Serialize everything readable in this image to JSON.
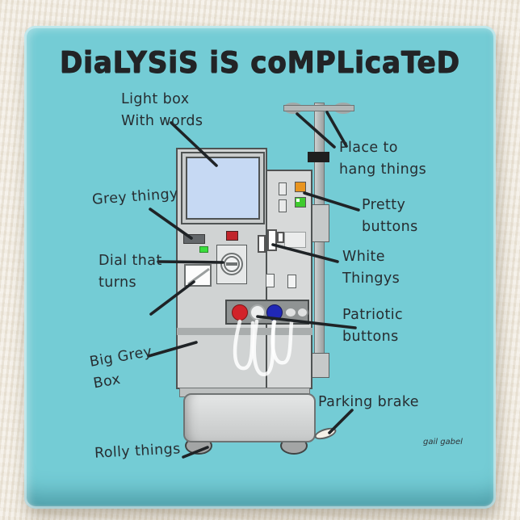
{
  "coaster": {
    "title": "DiaLYSiS iS coMPLicaTeD",
    "signature": "gail gabel"
  },
  "annotations": [
    {
      "id": "light-box",
      "text": "Light box\nWith words"
    },
    {
      "id": "place-to-hang",
      "text": "Place to\nhang things"
    },
    {
      "id": "grey-thingy",
      "text": "Grey thingy"
    },
    {
      "id": "pretty-buttons",
      "text": "Pretty\nbuttons"
    },
    {
      "id": "dial-that-turns",
      "text": "Dial that\nturns"
    },
    {
      "id": "white-thingys",
      "text": "White\nThingys"
    },
    {
      "id": "patriotic-buttons",
      "text": "Patriotic\nbuttons"
    },
    {
      "id": "big-grey-box",
      "text": "Big Grey\nBox"
    },
    {
      "id": "parking-brake",
      "text": "Parking brake"
    },
    {
      "id": "rolly-things",
      "text": "Rolly things"
    }
  ],
  "colors": {
    "coaster_teal": "#74ccd5",
    "background_cream": "#efe9de",
    "ink": "#24282b",
    "machine_grey": "#d0d3d3",
    "screen_blue": "#c6d9f3",
    "button_red": "#d2232a",
    "button_white": "#edefef",
    "button_blue": "#2028b6",
    "button_orange": "#e8941f",
    "button_green": "#3fcb2e",
    "led_green": "#3ade3d"
  }
}
